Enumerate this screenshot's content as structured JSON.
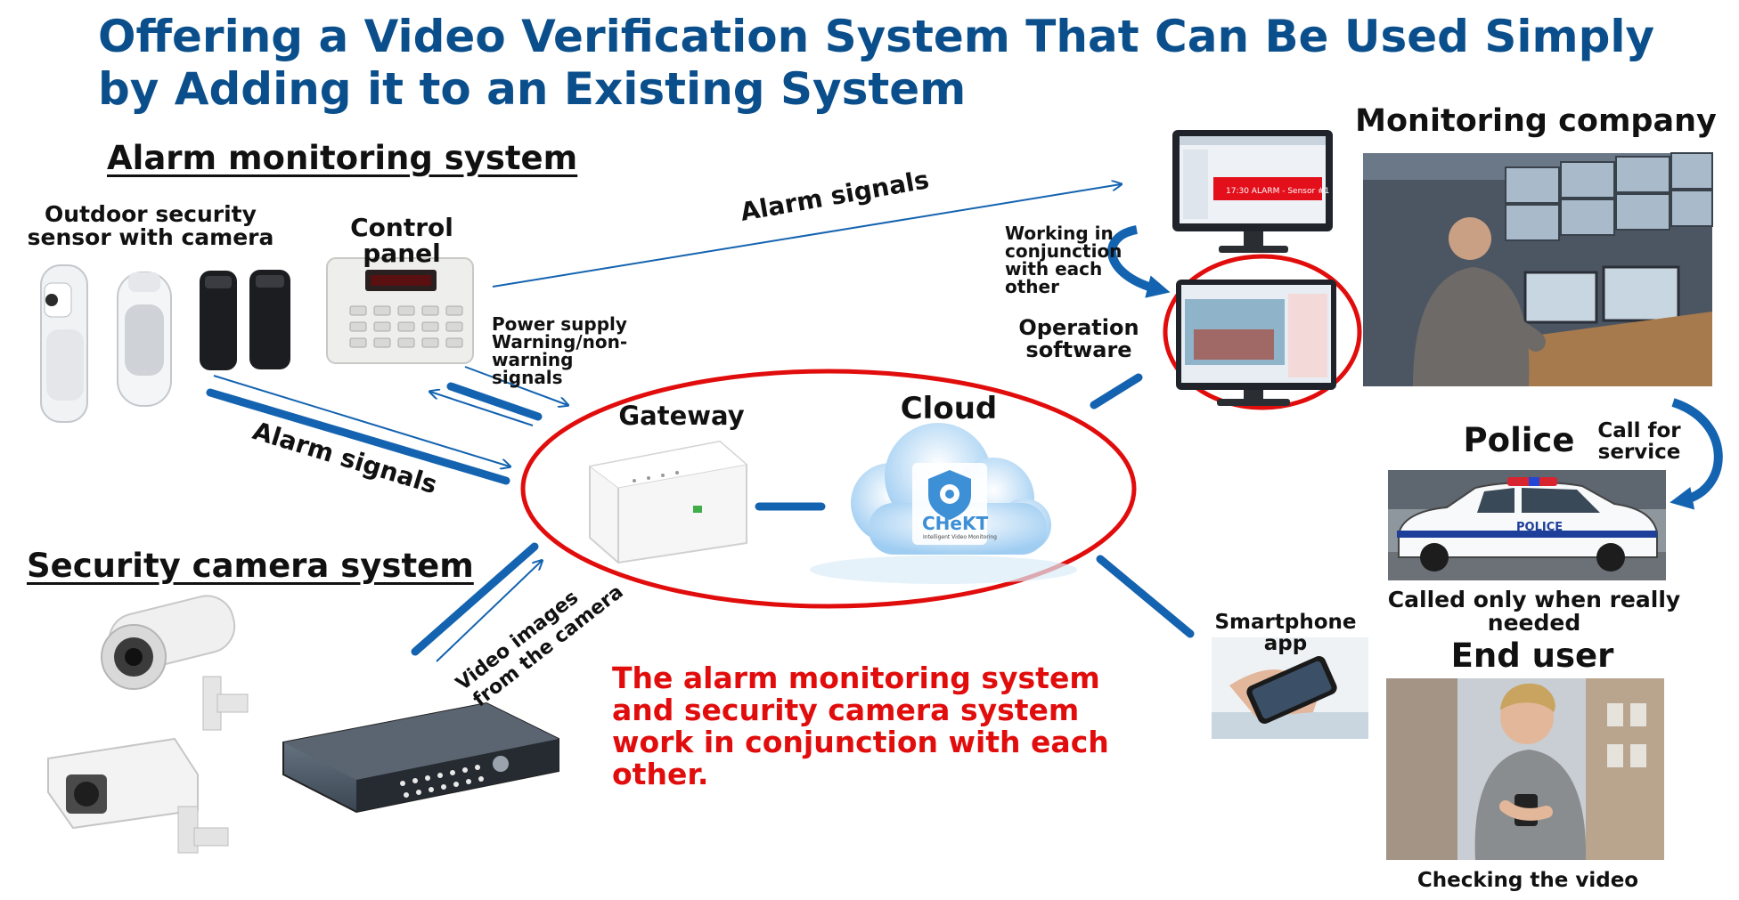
{
  "title": "Offering a Video Verification System That Can Be Used Simply by Adding it to an Existing System",
  "sections": {
    "alarm": "Alarm monitoring system",
    "camera": "Security camera system"
  },
  "labels": {
    "outdoor_sensor": "Outdoor security sensor with camera",
    "control_panel": "Control panel",
    "power_supply": [
      "Power supply",
      "Warning/non-warning",
      "signals"
    ],
    "alarm_signals_upper": "Alarm signals",
    "alarm_signals_lower": "Alarm signals",
    "gateway": "Gateway",
    "cloud": "Cloud",
    "video_images": [
      "Video images",
      "from the camera"
    ],
    "working": [
      "Working in",
      "conjunction",
      "with each",
      "other"
    ],
    "operation_software": [
      "Operation",
      "software"
    ],
    "monitoring_company": "Monitoring company",
    "police": "Police",
    "call_for_service": [
      "Call for",
      "service"
    ],
    "called_only": "Called only when really needed",
    "smartphone_app": "Smartphone app",
    "end_user": "End user",
    "checking_video": "Checking the video"
  },
  "cloud_logo": {
    "brand": "CHeKT",
    "tagline": "Intelligent Video Monitoring"
  },
  "screen": {
    "alarm_text": "17:30  ALARM - Sensor #1"
  },
  "police_car": {
    "text": "POLICE"
  },
  "note": "The alarm monitoring system and security camera system work in conjunction with each other.",
  "colors": {
    "title": "#0a4f8c",
    "arrow": "#1463b0",
    "ellipse": "#e10d0d",
    "note": "#e10d0d"
  }
}
